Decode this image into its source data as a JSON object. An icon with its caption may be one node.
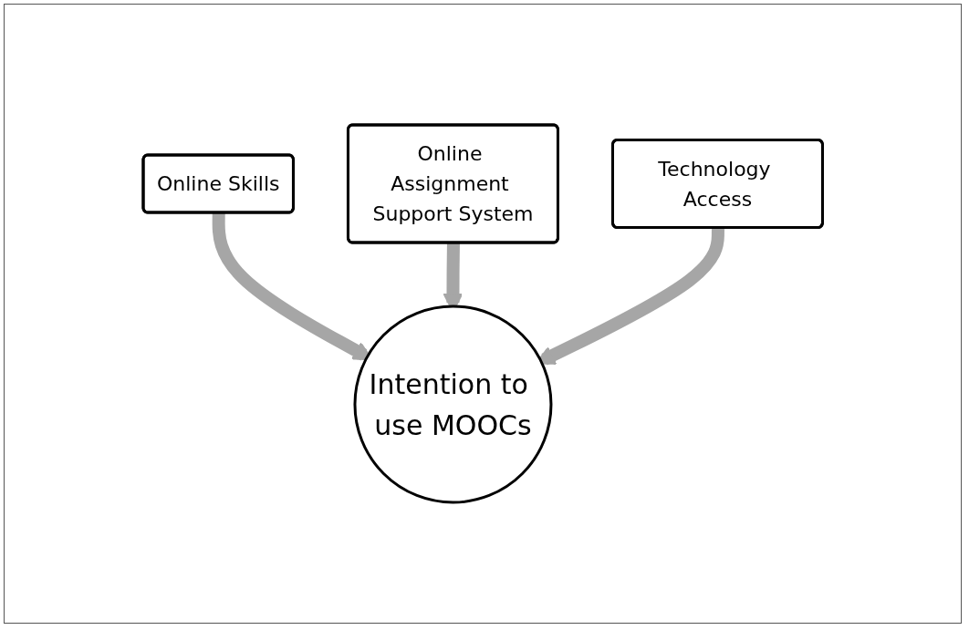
{
  "diagram": {
    "nodes": [
      {
        "text": [
          "Online Assignment Support System"
        ]
      },
      {
        "text": [
          "Online Skills"
        ]
      },
      {
        "text": [
          "Technology Access"
        ]
      },
      {
        "text": [
          "Intention to use MOOCs"
        ]
      }
    ],
    "edges": [
      {
        "from": 1,
        "to": 3,
        "arrow": "to"
      },
      {
        "from": 0,
        "to": 3,
        "arrow": "to"
      },
      {
        "from": 2,
        "to": 3,
        "arrow": "to"
      }
    ]
  }
}
